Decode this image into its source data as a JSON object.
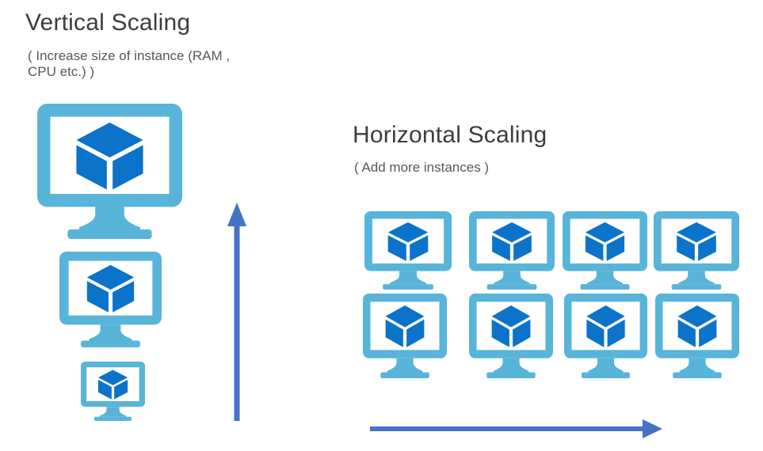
{
  "colors": {
    "monitor_frame": "#59b4d9",
    "cube": "#0b73c9",
    "arrow": "#4472c4",
    "heading": "#3d3d3d",
    "subheading": "#575757"
  },
  "vertical_section": {
    "title": "Vertical Scaling",
    "subtitle_line1": "( Increase size of instance (RAM ,",
    "subtitle_line2": "CPU etc.) )",
    "monitors": [
      {
        "size": "large"
      },
      {
        "size": "medium"
      },
      {
        "size": "small"
      }
    ],
    "arrow_direction": "up"
  },
  "horizontal_section": {
    "title": "Horizontal Scaling",
    "subtitle_line1": "( Add more instances )",
    "rows": 2,
    "instances_per_row": 4,
    "arrow_direction": "right"
  }
}
